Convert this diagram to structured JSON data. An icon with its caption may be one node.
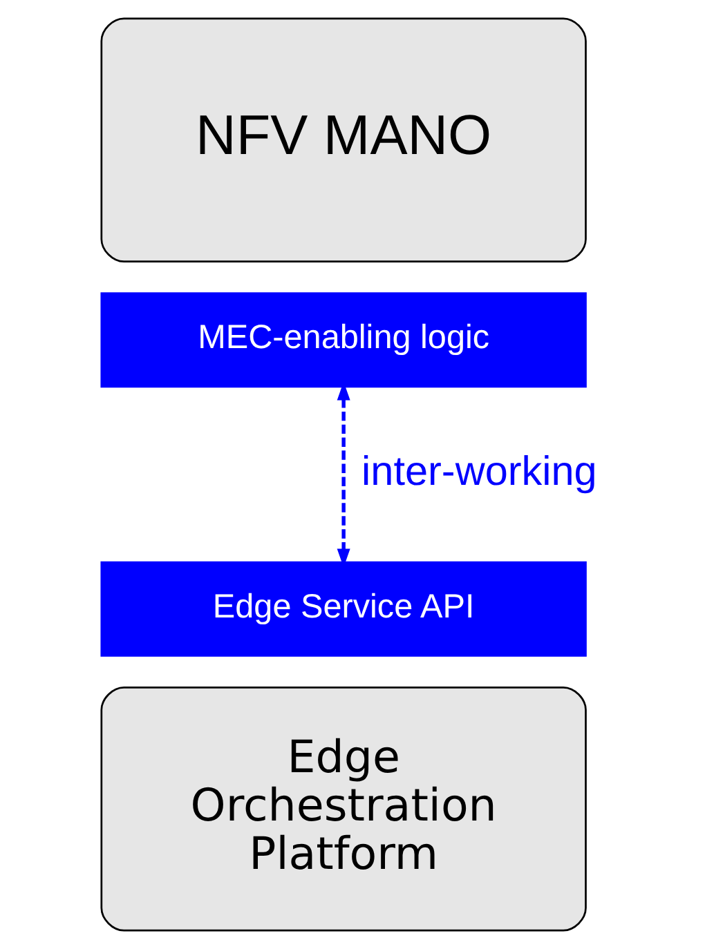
{
  "diagram": {
    "nodes": [
      {
        "text": [
          "NFV MANO"
        ]
      },
      {
        "text": [
          "MEC-enabling logic"
        ]
      },
      {
        "text": [
          "Edge Service API"
        ]
      },
      {
        "text": [
          "Edge Orchestration Platform"
        ]
      }
    ],
    "edges": [
      {
        "from": 1,
        "to": 2,
        "arrow": "both",
        "label": "inter-working",
        "style": "dashed",
        "color": "#0000ff"
      }
    ]
  }
}
